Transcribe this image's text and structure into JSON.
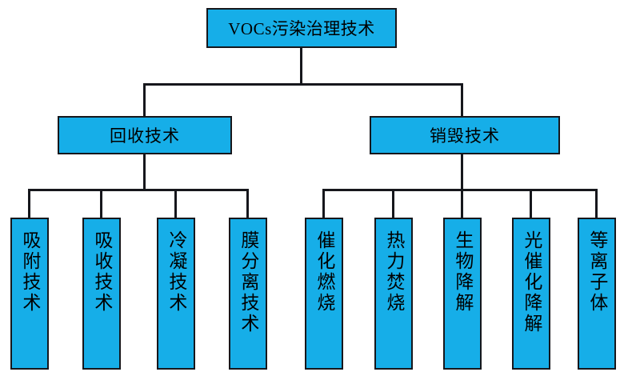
{
  "diagram": {
    "type": "tree",
    "title": "VOCs污染治理技术",
    "orientation": "top-down",
    "colors": {
      "node_fill": "#16AEE8",
      "node_border": "#16171C",
      "connector": "#16171C",
      "background": "#FFFFFF",
      "text": "#000000"
    },
    "root": {
      "label": "VOCs污染治理技术"
    },
    "branches": [
      {
        "label": "回收技术",
        "children": [
          {
            "label": "吸附技术"
          },
          {
            "label": "吸收技术"
          },
          {
            "label": "冷凝技术"
          },
          {
            "label": "膜分离技术"
          }
        ]
      },
      {
        "label": "销毁技术",
        "children": [
          {
            "label": "催化燃烧"
          },
          {
            "label": "热力焚烧"
          },
          {
            "label": "生物降解"
          },
          {
            "label": "光催化降解"
          },
          {
            "label": "等离子体"
          }
        ]
      }
    ]
  }
}
